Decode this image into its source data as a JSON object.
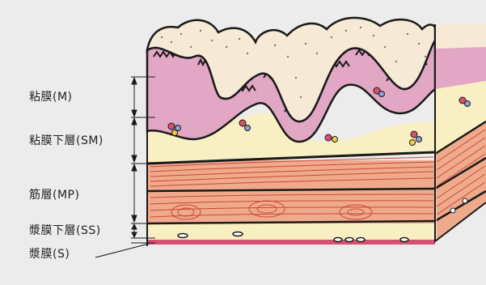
{
  "layers": [
    {
      "label": "粘膜(M)"
    },
    {
      "label": "粘膜下層(SM)"
    },
    {
      "label": "筋層(MP)"
    },
    {
      "label": "漿膜下層(SS)"
    },
    {
      "label": "漿膜(S)"
    }
  ],
  "colors": {
    "background": "#ececec",
    "mucosa_surface": "#f6ead7",
    "mucosa_pink": "#e2a7c5",
    "submucosa": "#f8efc2",
    "muscle": "#efaa8c",
    "muscle_lines": "#c9483b",
    "serosa": "#d8506f",
    "outline": "#1a1a1a"
  }
}
